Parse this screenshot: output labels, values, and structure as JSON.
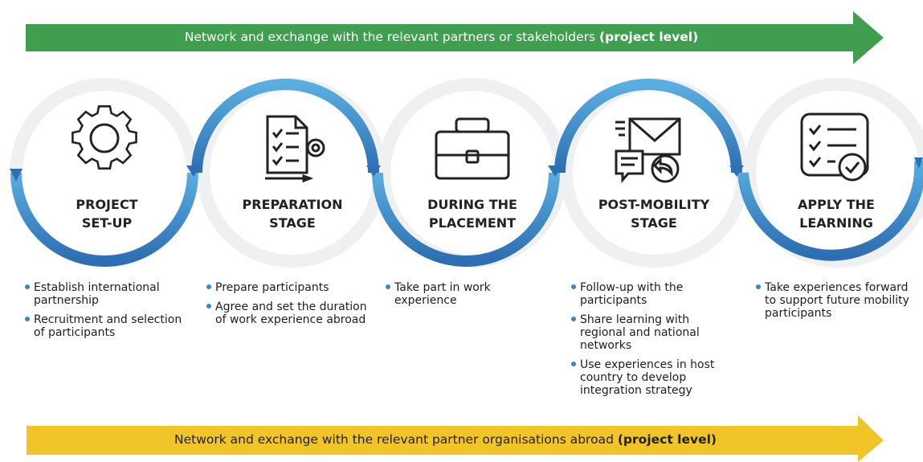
{
  "colors": {
    "top_arrow": "#3f9f4e",
    "bottom_arrow": "#f1c428",
    "loop_blue": "#3e8ecf",
    "loop_blue_dark": "#2f6fb3",
    "faint_circle": "#f1f2f4"
  },
  "top_banner": {
    "text": "Network and exchange with the relevant partners or stakeholders ",
    "bold": "(project level)"
  },
  "bottom_banner": {
    "text": "Network and exchange with the relevant partner organisations abroad ",
    "bold": "(project level)"
  },
  "stages": [
    {
      "icon": "gear-icon",
      "title_line1": "PROJECT",
      "title_line2": "SET-UP",
      "bullets": [
        [
          "Establish international",
          "partnership"
        ],
        [
          "Recruitment and selection",
          "of participants"
        ]
      ]
    },
    {
      "icon": "checklist-gear-icon",
      "title_line1": "PREPARATION",
      "title_line2": "STAGE",
      "bullets": [
        [
          "Prepare participants"
        ],
        [
          "Agree and set the duration",
          "of work experience abroad"
        ]
      ]
    },
    {
      "icon": "briefcase-icon",
      "title_line1": "DURING THE",
      "title_line2": "PLACEMENT",
      "bullets": [
        [
          "Take part in work",
          "experience"
        ]
      ]
    },
    {
      "icon": "envelope-reply-icon",
      "title_line1": "POST-MOBILITY",
      "title_line2": "STAGE",
      "bullets": [
        [
          "Follow-up with the",
          "participants"
        ],
        [
          "Share learning with",
          "regional and national",
          "networks"
        ],
        [
          "Use experiences in host",
          "country to develop",
          "integration strategy"
        ]
      ]
    },
    {
      "icon": "checklist-check-icon",
      "title_line1": "APPLY THE",
      "title_line2": "LEARNING",
      "bullets": [
        [
          "Take experiences forward",
          "to support future mobility",
          "participants"
        ]
      ]
    }
  ]
}
